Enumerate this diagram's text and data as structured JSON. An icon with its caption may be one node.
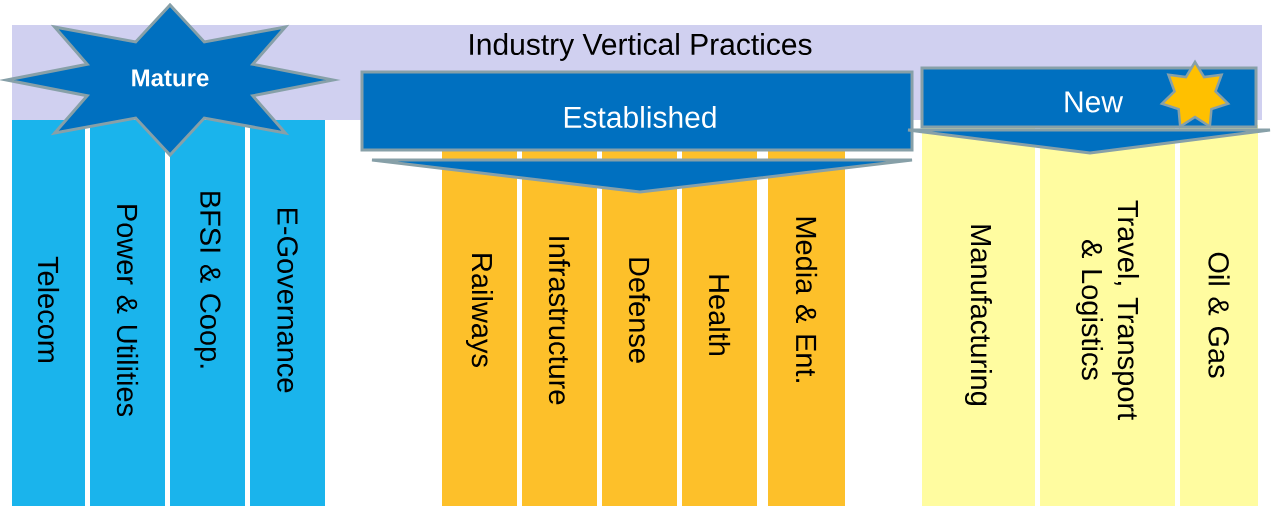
{
  "diagram": {
    "nodes": [
      {
        "text": [
          "Industry Vertical Practices"
        ]
      },
      {
        "text": [
          "Mature"
        ]
      },
      {
        "text": [
          "Established"
        ]
      },
      {
        "text": [
          "New"
        ]
      },
      {
        "text": [
          "Telecom"
        ]
      },
      {
        "text": [
          "Power & Utilities"
        ]
      },
      {
        "text": [
          "BFSI & Coop."
        ]
      },
      {
        "text": [
          "E-Governance"
        ]
      },
      {
        "text": [
          "Railways"
        ]
      },
      {
        "text": [
          "Infrastructure"
        ]
      },
      {
        "text": [
          "Defense"
        ]
      },
      {
        "text": [
          "Health"
        ]
      },
      {
        "text": [
          "Media & Ent."
        ]
      },
      {
        "text": [
          "Manufacturing"
        ]
      },
      {
        "text": [
          "Travel, Transport & Logistics"
        ]
      },
      {
        "text": [
          "Oil & Gas"
        ]
      }
    ]
  }
}
